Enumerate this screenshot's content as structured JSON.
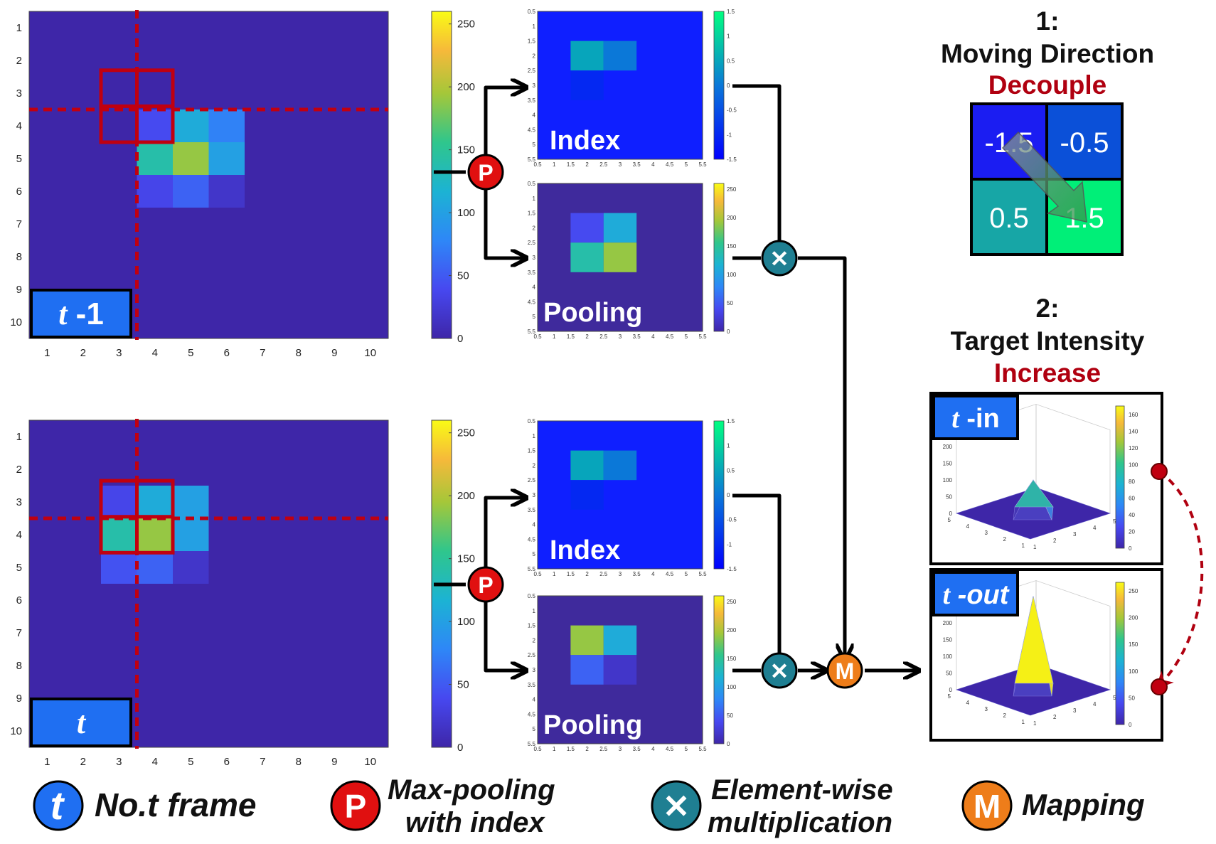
{
  "colors": {
    "background_cell": "#3f2a9c",
    "accent_red": "#b00010",
    "pool_badge": "#e01010",
    "mult_badge": "#1f7f92",
    "map_badge": "#ee7d1a",
    "label_blue": "#1f6ff2",
    "index_blue": "#0f1fff"
  },
  "frames": [
    {
      "id": "prev",
      "label_main": "t",
      "label_suffix": " -1",
      "yticks": [
        "1",
        "2",
        "3",
        "4",
        "5",
        "6",
        "7",
        "8",
        "9",
        "10"
      ],
      "xticks": [
        "1",
        "2",
        "3",
        "4",
        "5",
        "6",
        "7",
        "8",
        "9",
        "10"
      ],
      "cbar_ticks": [
        "0",
        "50",
        "100",
        "150",
        "200",
        "250"
      ],
      "grid": [
        [
          0,
          0,
          0,
          0,
          0,
          0,
          0,
          0,
          0,
          0
        ],
        [
          0,
          0,
          0,
          0,
          0,
          0,
          0,
          0,
          0,
          0
        ],
        [
          0,
          0,
          0,
          0,
          0,
          0,
          0,
          0,
          0,
          0
        ],
        [
          0,
          0,
          0,
          40,
          110,
          75,
          0,
          0,
          0,
          0
        ],
        [
          0,
          0,
          0,
          140,
          190,
          100,
          0,
          0,
          0,
          0
        ],
        [
          0,
          0,
          0,
          35,
          55,
          18,
          0,
          0,
          0,
          0
        ],
        [
          0,
          0,
          0,
          0,
          0,
          0,
          0,
          0,
          0,
          0
        ],
        [
          0,
          0,
          0,
          0,
          0,
          0,
          0,
          0,
          0,
          0
        ],
        [
          0,
          0,
          0,
          0,
          0,
          0,
          0,
          0,
          0,
          0
        ],
        [
          0,
          0,
          0,
          0,
          0,
          0,
          0,
          0,
          0,
          0
        ]
      ]
    },
    {
      "id": "curr",
      "label_main": "t",
      "label_suffix": "",
      "yticks": [
        "1",
        "2",
        "3",
        "4",
        "5",
        "6",
        "7",
        "8",
        "9",
        "10"
      ],
      "xticks": [
        "1",
        "2",
        "3",
        "4",
        "5",
        "6",
        "7",
        "8",
        "9",
        "10"
      ],
      "cbar_ticks": [
        "0",
        "50",
        "100",
        "150",
        "200",
        "250"
      ],
      "grid": [
        [
          0,
          0,
          0,
          0,
          0,
          0,
          0,
          0,
          0,
          0
        ],
        [
          0,
          0,
          0,
          0,
          0,
          0,
          0,
          0,
          0,
          0
        ],
        [
          0,
          0,
          35,
          110,
          100,
          0,
          0,
          0,
          0,
          0
        ],
        [
          0,
          0,
          140,
          190,
          100,
          0,
          0,
          0,
          0,
          0
        ],
        [
          0,
          0,
          45,
          55,
          18,
          0,
          0,
          0,
          0,
          0
        ],
        [
          0,
          0,
          0,
          0,
          0,
          0,
          0,
          0,
          0,
          0
        ],
        [
          0,
          0,
          0,
          0,
          0,
          0,
          0,
          0,
          0,
          0
        ],
        [
          0,
          0,
          0,
          0,
          0,
          0,
          0,
          0,
          0,
          0
        ],
        [
          0,
          0,
          0,
          0,
          0,
          0,
          0,
          0,
          0,
          0
        ],
        [
          0,
          0,
          0,
          0,
          0,
          0,
          0,
          0,
          0,
          0
        ]
      ]
    }
  ],
  "small_ticks": {
    "axis": [
      "0.5",
      "1",
      "1.5",
      "2",
      "2.5",
      "3",
      "3.5",
      "4",
      "4.5",
      "5",
      "5.5"
    ],
    "index_cbar": [
      "1.5",
      "1",
      "0.5",
      "0",
      "-0.5",
      "-1",
      "-1.5"
    ],
    "pool_cbar": [
      "250",
      "200",
      "150",
      "100",
      "50",
      "0"
    ]
  },
  "index_maps": [
    {
      "label": "Index",
      "cells": [
        [
          0.5,
          0.0
        ],
        [
          -1.0,
          null
        ]
      ]
    },
    {
      "label": "Index",
      "cells": [
        [
          0.5,
          0.0
        ],
        [
          -1.0,
          null
        ]
      ]
    }
  ],
  "pool_maps": [
    {
      "label": "Pooling",
      "cells": [
        [
          40,
          110
        ],
        [
          140,
          190
        ]
      ]
    },
    {
      "label": "Pooling",
      "cells": [
        [
          190,
          110
        ],
        [
          55,
          18
        ]
      ]
    }
  ],
  "direction": {
    "num": "1:",
    "title": "Moving Direction",
    "subtitle": "Decouple",
    "cells": [
      "-1.5",
      "-0.5",
      "0.5",
      "1.5"
    ]
  },
  "intensity": {
    "num": "2:",
    "title": "Target Intensity",
    "subtitle": "Increase",
    "plots": [
      {
        "label_main": "t",
        "label_suffix": " -in",
        "z_ticks": [
          "200",
          "150",
          "100",
          "50",
          "0"
        ],
        "cbar_ticks": [
          "160",
          "140",
          "120",
          "100",
          "80",
          "60",
          "40",
          "20",
          "0"
        ],
        "peak": 100
      },
      {
        "label_main": "t",
        "label_suffix": " -out",
        "z_ticks": [
          "200",
          "150",
          "100",
          "50",
          "0"
        ],
        "cbar_ticks": [
          "250",
          "200",
          "150",
          "100",
          "50",
          "0"
        ],
        "peak": 280
      }
    ],
    "axis_ticks_left": [
      "5",
      "4",
      "3",
      "2",
      "1"
    ],
    "axis_ticks_right": [
      "1",
      "2",
      "3",
      "4",
      "5"
    ]
  },
  "legend": [
    {
      "glyph": "t",
      "text": "No.t frame"
    },
    {
      "glyph": "P",
      "text1": "Max-pooling",
      "text2": "with index"
    },
    {
      "glyph": "✕",
      "text1": "Element-wise",
      "text2": "multiplication"
    },
    {
      "glyph": "M",
      "text": "Mapping"
    }
  ],
  "op_badges": {
    "pool": "P",
    "mult": "✕",
    "map": "M"
  }
}
